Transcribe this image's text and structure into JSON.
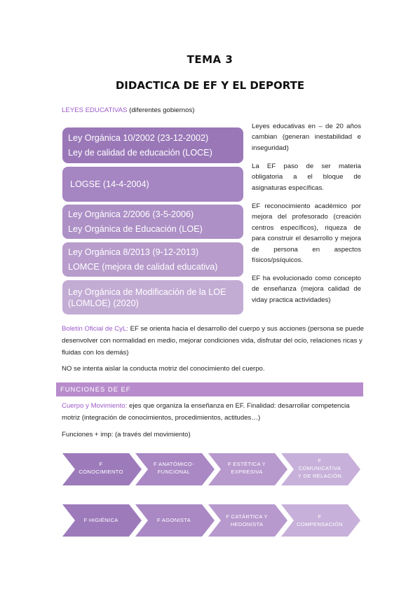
{
  "heading": {
    "title": "TEMA 3",
    "subtitle": "DIDACTICA DE EF Y EL DEPORTE"
  },
  "leyes": {
    "label": "LEYES EDUCATIVAS",
    "label_suffix": " (diferentes gobiernos)",
    "boxes": [
      {
        "line1": "Ley Orgánica 10/2002 (23-12-2002)",
        "line2": "Ley de calidad de educación (LOCE)",
        "color": "#9a78b8"
      },
      {
        "line1": "LOGSE (14-4-2004)",
        "line2": "",
        "color": "#a585c2"
      },
      {
        "line1": "Ley Orgánica 2/2006 (3-5-2006)",
        "line2": "Ley Orgánica de Educación (LOE)",
        "color": "#ad90c6"
      },
      {
        "line1": "Ley Orgánica 8/2013 (9-12-2013)",
        "line2": "LOMCE (mejora de calidad educativa)",
        "color": "#b79ccc"
      },
      {
        "line1": "Ley Orgánica de Modificación de la LOE",
        "line2": "(LOMLOE) (2020)",
        "color": "#c3acd4"
      }
    ],
    "notes": [
      "Leyes educativas en – de 20 años cambian (generan inestabilidad e inseguridad)",
      "La EF paso de ser materia obligatoria a el bloque de asignaturas específicas.",
      "EF reconocimiento académico por mejora del profesorado (creación centros específicos), riqueza de para construir el desarrollo y mejora de persona en aspectos físicos/psíquicos.",
      "EF ha evolucionado como concepto de enseñanza (mejora calidad de viday practica actividades)"
    ]
  },
  "boletin": {
    "label": "Boletín Oficial de CyL:",
    "text": " EF se orienta hacia el desarrollo del cuerpo y sus acciones (persona se puede desenvolver con normalidad en medio, mejorar condiciones vida, disfrutar del ocio, relaciones ricas y fluidas con los demás)"
  },
  "no_aislar": "NO se intenta aislar la conducta motriz del conocimiento del cuerpo.",
  "funciones": {
    "bar_label": "FUNCIONES DE EF",
    "cuerpo_label": "Cuerpo y Movimiento:",
    "cuerpo_text": " ejes que organiza la enseñanza en EF. Finalidad: desarrollar competencia motriz (integración de conocimientos, procedimientos, actitudes…)",
    "imp_text": "Funciones + imp: (a través del movimiento)",
    "row1": [
      {
        "line1": "F",
        "line2": "CONOCIMIENTO",
        "color": "#9d7bbb"
      },
      {
        "line1": "F ANATÓMICO-",
        "line2": "FUNCIONAL",
        "color": "#a988c4"
      },
      {
        "line1": "F ESTÉTICA Y",
        "line2": "EXPRESIVA",
        "color": "#b799cd"
      },
      {
        "line1": "F",
        "line2": "COMUNICATIVA",
        "line3": "Y DE RELACIÓN",
        "color": "#c7b0d9"
      }
    ],
    "row2": [
      {
        "line1": "F HIGIÉNICA",
        "color": "#9d7bbb"
      },
      {
        "line1": "F AGONISTA",
        "color": "#a988c4"
      },
      {
        "line1": "F CATÁRTICA Y",
        "line2": "HEDONISTA",
        "color": "#b799cd"
      },
      {
        "line1": "F",
        "line2": "COMPENSACIÓN",
        "color": "#c7b0d9"
      }
    ]
  }
}
